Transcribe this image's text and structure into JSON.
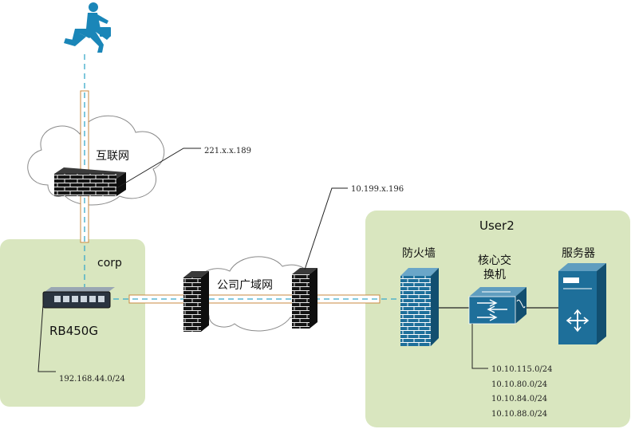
{
  "labels": {
    "internet": "互联网",
    "corp": "corp",
    "router": "RB450G",
    "wan": "公司广域网",
    "user2": "User2",
    "firewall": "防火墙",
    "core_switch_line1": "核心交",
    "core_switch_line2": "换机",
    "servers": "服务器"
  },
  "ips": {
    "internet_fw": "221.x.x.189",
    "wan_fw": "10.199.x.196",
    "corp_net": "192.168.44.0/24",
    "user2_nets": [
      "10.10.115.0/24",
      "10.10.80.0/24",
      "10.10.84.0/24",
      "10.10.88.0/24"
    ]
  },
  "colors": {
    "zone_fill": "#d9e6bf",
    "cisco_blue": "#1e6f9a",
    "link_dash": "#39a9c9",
    "pipe_stroke": "#c88a40",
    "person": "#1a86b8"
  },
  "icons": [
    "person-running-icon",
    "cloud-icon",
    "firewall-brick-icon",
    "router-icon",
    "firewall-cisco-icon",
    "switch-icon",
    "server-icon"
  ]
}
